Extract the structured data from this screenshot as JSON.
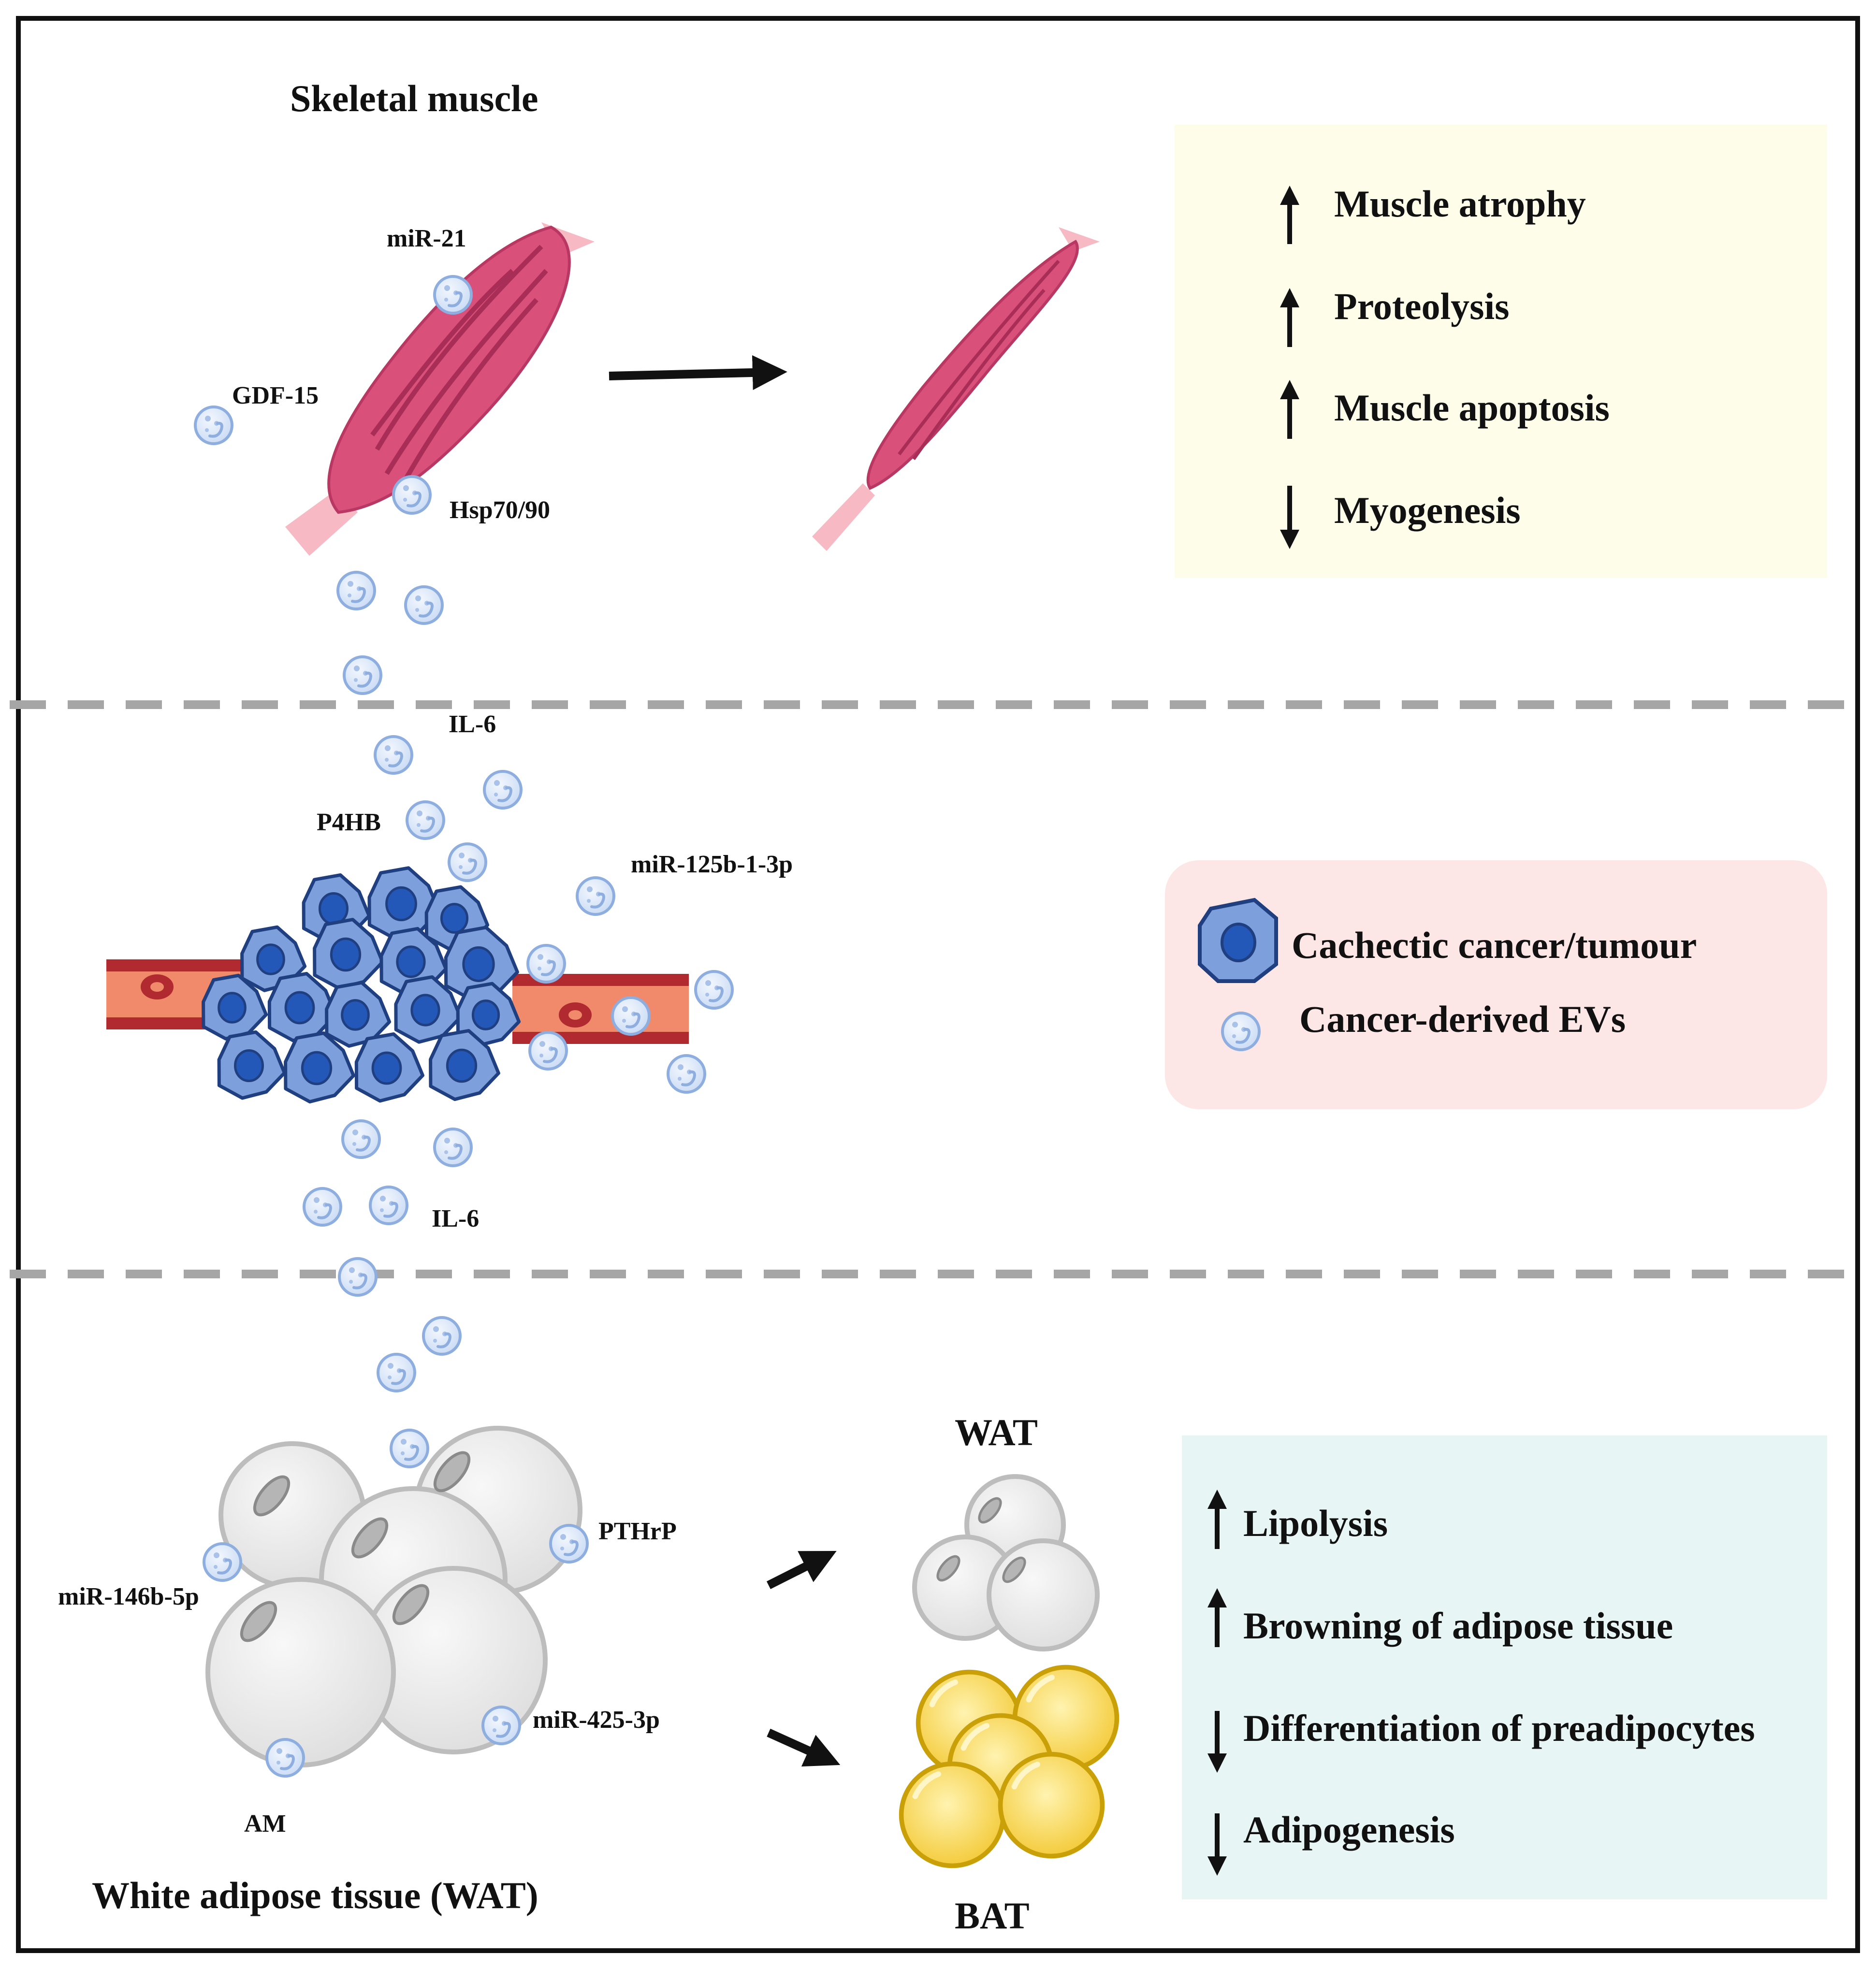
{
  "panels": {
    "muscle": {
      "title": "Skeletal muscle",
      "labels": {
        "mir21": "miR-21",
        "gdf15": "GDF-15",
        "hsp": "Hsp70/90"
      },
      "effects": [
        {
          "direction": "up",
          "text": "Muscle atrophy"
        },
        {
          "direction": "up",
          "text": "Proteolysis"
        },
        {
          "direction": "up",
          "text": "Muscle apoptosis"
        },
        {
          "direction": "down",
          "text": "Myogenesis"
        }
      ]
    },
    "tumour": {
      "labels": {
        "il6_top": "IL-6",
        "p4hb": "P4HB",
        "mir125": "miR-125b-1-3p",
        "il6_bottom": "IL-6"
      },
      "legend": {
        "cancer": "Cachectic  cancer/tumour",
        "evs": "Cancer-derived  EVs"
      }
    },
    "adipose": {
      "title": "White  adipose tissue (WAT)",
      "labels": {
        "pthrp": "PTHrP",
        "mir146": "miR-146b-5p",
        "mir425": "miR-425-3p",
        "am": "AM",
        "wat": "WAT",
        "bat": "BAT"
      },
      "effects": [
        {
          "direction": "up",
          "text": "Lipolysis"
        },
        {
          "direction": "up",
          "text": "Browning of adipose tissue"
        },
        {
          "direction": "down",
          "text": "Differentiation of preadipocytes"
        },
        {
          "direction": "down",
          "text": "Adipogenesis"
        }
      ]
    }
  },
  "colors": {
    "frame": "#111111",
    "divider": "#a6a6a6",
    "muscle": "#d9507a",
    "tendon": "#f7b9c4",
    "ev_fill": "#dce8f8",
    "ev_stroke": "#8eaee0",
    "tumour_cell": "#7d9fdc",
    "tumour_nucleus": "#2458b8",
    "vessel": "#b02a30",
    "vessel_inner": "#f08a6a",
    "wat_fat": "#e8e8e8",
    "bat_fat": "#f5cf3f",
    "muscle_box": "#fdfdea",
    "tumour_box": "#fde6e6",
    "adipose_box": "#e8f5f5"
  }
}
